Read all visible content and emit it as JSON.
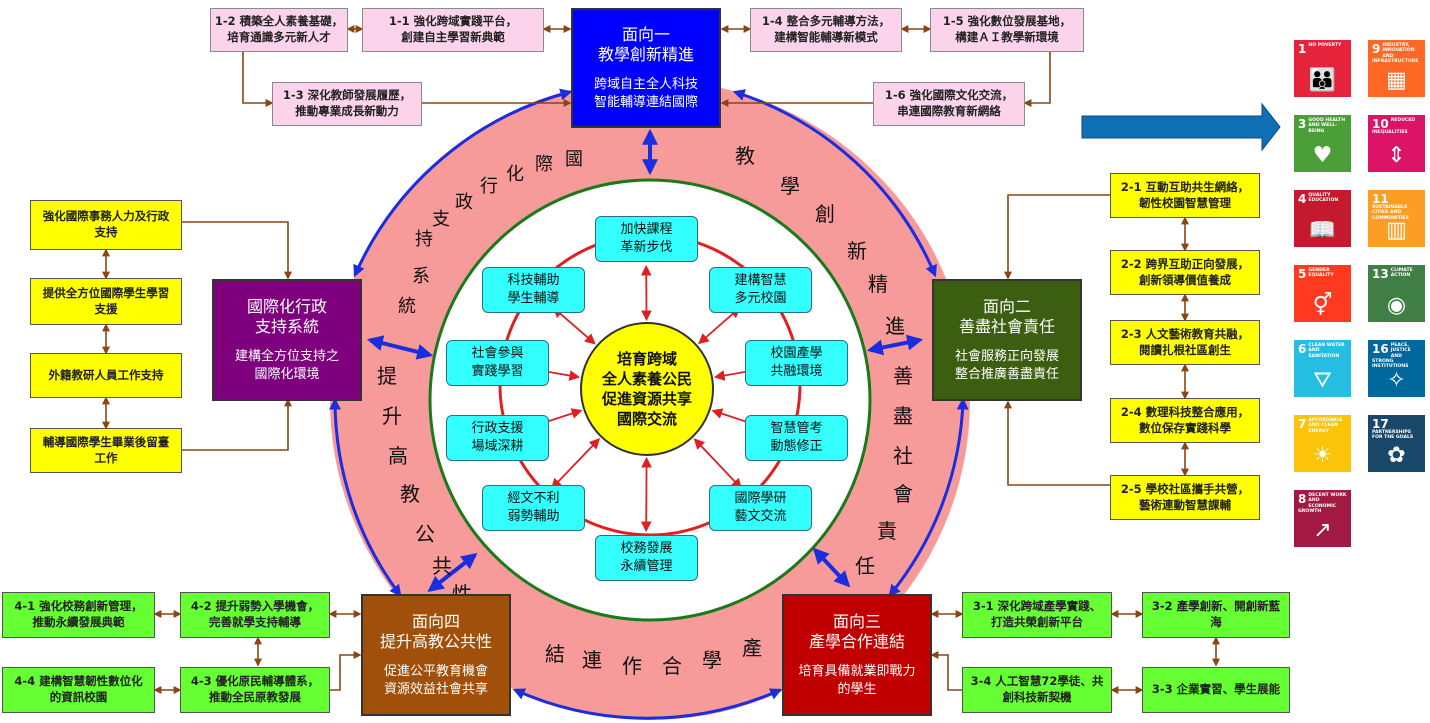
{
  "dim1": {
    "title": "面向一\n教學創新精進",
    "subtitle": "跨域自主全人科技\n智能輔導連結國際",
    "color": "#0000ff",
    "items": [
      {
        "id": "1-1",
        "text": "1-1 強化跨域實踐平台，\n創建自主學習新典範"
      },
      {
        "id": "1-2",
        "text": "1-2 積築全人素養基礎，\n培育通識多元新人才"
      },
      {
        "id": "1-3",
        "text": "1-3 深化教師發展履歷，\n推動專業成長新動力"
      },
      {
        "id": "1-4",
        "text": "1-4 整合多元輔導方法，\n建構智能輔導新模式"
      },
      {
        "id": "1-5",
        "text": "1-5 強化數位發展基地，\n構建ＡＩ教學新環境"
      },
      {
        "id": "1-6",
        "text": "1-6 強化國際文化交流，\n串連國際教育新網絡"
      }
    ]
  },
  "dim2": {
    "title": "面向二\n善盡社會責任",
    "subtitle": "社會服務正向發展\n整合推廣善盡責任",
    "color": "#3b5e10",
    "items": [
      {
        "id": "2-1",
        "text": "2-1 互動互助共生網絡，\n韌性校園智慧管理"
      },
      {
        "id": "2-2",
        "text": "2-2 跨界互助正向發展，\n創新領導價值養成"
      },
      {
        "id": "2-3",
        "text": "2-3 人文藝術教育共融，\n閱讀扎根社區創生"
      },
      {
        "id": "2-4",
        "text": "2-4 數理科技整合應用，\n數位保存實踐科學"
      },
      {
        "id": "2-5",
        "text": "2-5 學校社區攜手共營，\n藝術連動智慧課輔"
      }
    ]
  },
  "dim3": {
    "title": "面向三\n產學合作連結",
    "subtitle": "培育具備就業即戰力\n的學生",
    "color": "#c00000",
    "items": [
      {
        "id": "3-1",
        "text": "3-1 深化跨域產學實踐、\n打造共榮創新平台"
      },
      {
        "id": "3-2",
        "text": "3-2 產學創新、開創新藍\n海"
      },
      {
        "id": "3-3",
        "text": "3-3 企業實習、學生展能"
      },
      {
        "id": "3-4",
        "text": "3-4 人工智慧72學徒、共\n創科技新契機"
      }
    ]
  },
  "dim4": {
    "title": "面向四\n提升高教公共性",
    "subtitle": "促進公平教育機會\n資源效益社會共享",
    "color": "#a0500a",
    "items": [
      {
        "id": "4-1",
        "text": "4-1 強化校務創新管理，\n推動永續發展典範"
      },
      {
        "id": "4-2",
        "text": "4-2 提升弱勢入學機會，\n完善就學支持輔導"
      },
      {
        "id": "4-3",
        "text": "4-3 優化原民輔導體系，\n推動全民原教發展"
      },
      {
        "id": "4-4",
        "text": "4-4 建構智慧韌性數位化\n的資訊校園"
      }
    ]
  },
  "intl": {
    "title": "國際化行政\n支持系統",
    "subtitle": "建構全方位支持之\n國際化環境",
    "color": "#7f007f",
    "items": [
      {
        "text": "強化國際事務人力及行政\n支持"
      },
      {
        "text": "提供全方位國際學生學習\n支援"
      },
      {
        "text": "外籍教研人員工作支持"
      },
      {
        "text": "輔導國際學生畢業後留臺\n工作"
      }
    ]
  },
  "center": {
    "text": "培育跨域\n全人素養公民\n促進資源共享\n國際交流"
  },
  "spokes": [
    {
      "text": "加快課程\n革新步伐"
    },
    {
      "text": "建構智慧\n多元校園"
    },
    {
      "text": "校園產學\n共融環境"
    },
    {
      "text": "智慧管考\n動態修正"
    },
    {
      "text": "國際學研\n藝文交流"
    },
    {
      "text": "校務發展\n永續管理"
    },
    {
      "text": "經文不利\n弱勢輔助"
    },
    {
      "text": "行政支援\n場域深耕"
    },
    {
      "text": "社會參與\n實踐學習"
    },
    {
      "text": "科技輔助\n學生輔導"
    }
  ],
  "ring_labels": {
    "top_left": "國際化行政支持系統",
    "top_right": "教學創新精進",
    "right": "善盡社會責任",
    "bottom": "產學合作連結",
    "left": "提升高教公共性"
  },
  "sdgs": [
    {
      "num": "1",
      "label": "No Poverty",
      "color": "#e5243b",
      "icon": "people-icon"
    },
    {
      "num": "9",
      "label": "Industry, Innovation and Infrastructure",
      "color": "#fd6925",
      "icon": "cubes-icon"
    },
    {
      "num": "3",
      "label": "Good Health and Well-Being",
      "color": "#4c9f38",
      "icon": "heartbeat-icon"
    },
    {
      "num": "10",
      "label": "Reduced Inequalities",
      "color": "#dd1367",
      "icon": "equality-icon"
    },
    {
      "num": "4",
      "label": "Quality Education",
      "color": "#c5192d",
      "icon": "book-icon"
    },
    {
      "num": "11",
      "label": "Sustainable Cities and Communities",
      "color": "#fd9d24",
      "icon": "city-icon"
    },
    {
      "num": "5",
      "label": "Gender Equality",
      "color": "#ff3a21",
      "icon": "gender-icon"
    },
    {
      "num": "13",
      "label": "Climate Action",
      "color": "#3f7e44",
      "icon": "eye-icon"
    },
    {
      "num": "6",
      "label": "Clean Water and Sanitation",
      "color": "#26bde2",
      "icon": "water-icon"
    },
    {
      "num": "16",
      "label": "Peace, Justice and Strong Institutions",
      "color": "#00689d",
      "icon": "dove-icon"
    },
    {
      "num": "7",
      "label": "Affordable and Clean Energy",
      "color": "#fcc30b",
      "icon": "sun-icon"
    },
    {
      "num": "17",
      "label": "Partnerships for the Goals",
      "color": "#19486a",
      "icon": "flower-icon"
    },
    {
      "num": "8",
      "label": "Decent Work and Economic Growth",
      "color": "#a21942",
      "icon": "growth-icon"
    }
  ],
  "palette": {
    "ring": "#f79a9a",
    "inner_ring": "#1a7a1a",
    "arrow": "#1a2ee0",
    "connector": "#8b4513",
    "spoke": "#e02020",
    "big_arrow": "#0f6fb4"
  }
}
